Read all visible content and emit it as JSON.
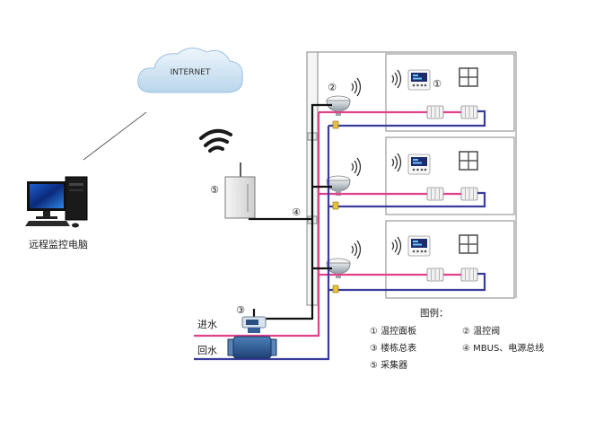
{
  "cloud": {
    "label": "INTERNET"
  },
  "computer": {
    "label": "远程监控电脑"
  },
  "markers": {
    "m1": "①",
    "m2": "②",
    "m3": "③",
    "m4": "④",
    "m5": "⑤"
  },
  "pipes": {
    "inlet": "进水",
    "return": "回水"
  },
  "legend": {
    "title": "图例：",
    "items": [
      "① 温控面板",
      "② 温控阀",
      "③ 楼栋总表",
      "④ MBUS、电源总线",
      "⑤ 采集器"
    ]
  },
  "colors": {
    "supply": "#e0428c",
    "return": "#3a3d9c",
    "bus": "#111111",
    "building": "#9a9a9a"
  }
}
